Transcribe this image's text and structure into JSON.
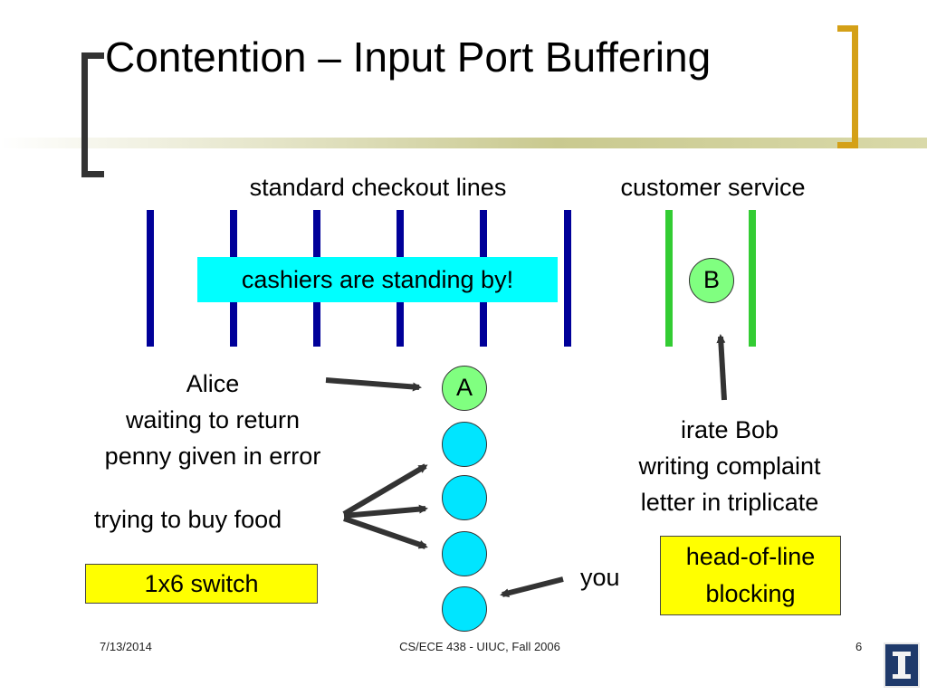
{
  "slide": {
    "title": "Contention – Input Port Buffering",
    "footer": {
      "date": "7/13/2014",
      "course": "CS/ECE 438 - UIUC, Fall 2006",
      "page": "6"
    }
  },
  "diagram": {
    "header_standard": "standard checkout lines",
    "header_service": "customer service",
    "cashiers_note": "cashiers are standing by!",
    "alice_label_lines": [
      "Alice",
      "waiting to return",
      "penny given in error"
    ],
    "food_label": "trying to buy food",
    "bob_label_lines": [
      "irate Bob",
      "writing complaint",
      "letter in triplicate"
    ],
    "you_label": "you",
    "switch_box": "1x6 switch",
    "hol_box_lines": [
      "head-of-line",
      "blocking"
    ],
    "circle_a": "A",
    "circle_b": "B"
  },
  "colors": {
    "checkout_lines": "#000099",
    "service_lines": "#33cc33",
    "cyan": "#00ffff",
    "yellow": "#ffff00",
    "green_circle": "#80ff80",
    "accent_bracket": "#d4a017"
  }
}
